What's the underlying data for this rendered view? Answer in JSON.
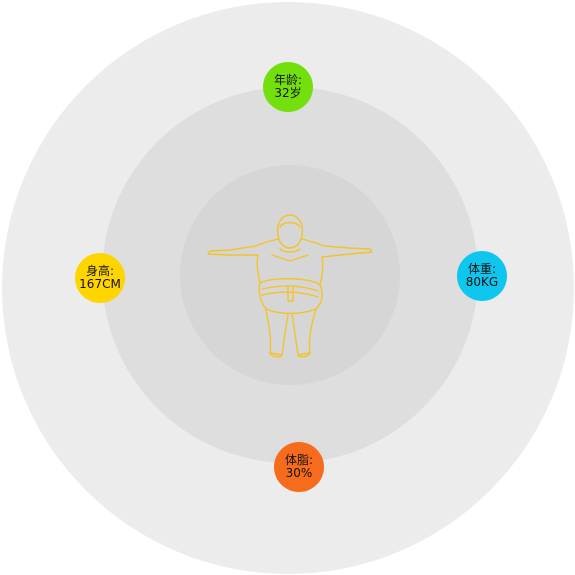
{
  "stats": {
    "age": {
      "label": "年龄:",
      "value": "32岁",
      "color": "#73e00e"
    },
    "height": {
      "label": "身高:",
      "value": "167CM",
      "color": "#ffd500"
    },
    "weight": {
      "label": "体重:",
      "value": "80KG",
      "color": "#0fc7ee"
    },
    "fat": {
      "label": "体脂:",
      "value": "30%",
      "color": "#f76b1c"
    }
  },
  "figure": {
    "icon": "body-outline-icon",
    "stroke_color": "#f2c32a"
  },
  "rings": {
    "outer_color": "#ececec",
    "middle_color": "#dedede",
    "inner_color": "#d6d6d6"
  }
}
